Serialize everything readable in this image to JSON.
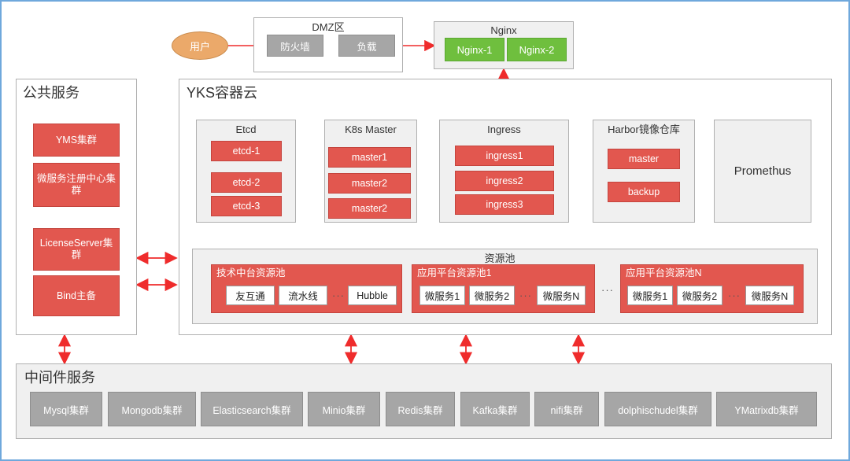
{
  "diagram": {
    "title": "YKS Container Cloud Architecture",
    "colors": {
      "red": "#e2574f",
      "green": "#6fbf3e",
      "gray": "#a6a6a6",
      "orange": "#eba96a",
      "panel": "#f0f0f0",
      "arrow_red": "#ef2c2c",
      "arrow_gray": "#9a9a9a",
      "page_border": "#6fa8dc"
    }
  },
  "user": {
    "label": "用户"
  },
  "dmz": {
    "title": "DMZ区",
    "nodes": [
      {
        "label": "防火墙"
      },
      {
        "label": "负载"
      }
    ]
  },
  "nginx": {
    "title": "Nginx",
    "nodes": [
      {
        "label": "Nginx-1"
      },
      {
        "label": "Nginx-2"
      }
    ]
  },
  "public_service": {
    "title": "公共服务",
    "nodes": [
      {
        "label": "YMS集群"
      },
      {
        "label": "微服务注册中心集群"
      },
      {
        "label": "LicenseServer集群"
      },
      {
        "label": "Bind主备"
      }
    ]
  },
  "yks": {
    "title": "YKS容器云",
    "groups": [
      {
        "title": "Etcd",
        "nodes": [
          "etcd-1",
          "etcd-2",
          "etcd-3"
        ]
      },
      {
        "title": "K8s Master",
        "nodes": [
          "master1",
          "master2",
          "master2"
        ]
      },
      {
        "title": "Ingress",
        "nodes": [
          "ingress1",
          "ingress2",
          "ingress3"
        ]
      },
      {
        "title": "Harbor镜像仓库",
        "nodes": [
          "master",
          "backup"
        ]
      }
    ],
    "promethus": {
      "title": "Promethus"
    },
    "resource_pool": {
      "title": "资源池",
      "ellipsis": "···",
      "pools": [
        {
          "label": "技术中台资源池",
          "items": [
            "友互通",
            "流水线",
            "···",
            "Hubble"
          ]
        },
        {
          "label": "应用平台资源池1",
          "items": [
            "微服务1",
            "微服务2",
            "···",
            "微服务N"
          ]
        },
        {
          "label": "应用平台资源池N",
          "items": [
            "微服务1",
            "微服务2",
            "···",
            "微服务N"
          ]
        }
      ]
    }
  },
  "middleware": {
    "title": "中间件服务",
    "nodes": [
      {
        "label": "Mysql集群"
      },
      {
        "label": "Mongodb集群"
      },
      {
        "label": "Elasticsearch集群"
      },
      {
        "label": "Minio集群"
      },
      {
        "label": "Redis集群"
      },
      {
        "label": "Kafka集群"
      },
      {
        "label": "nifi集群"
      },
      {
        "label": "dolphischudel集群"
      },
      {
        "label": "YMatrixdb集群"
      }
    ]
  }
}
